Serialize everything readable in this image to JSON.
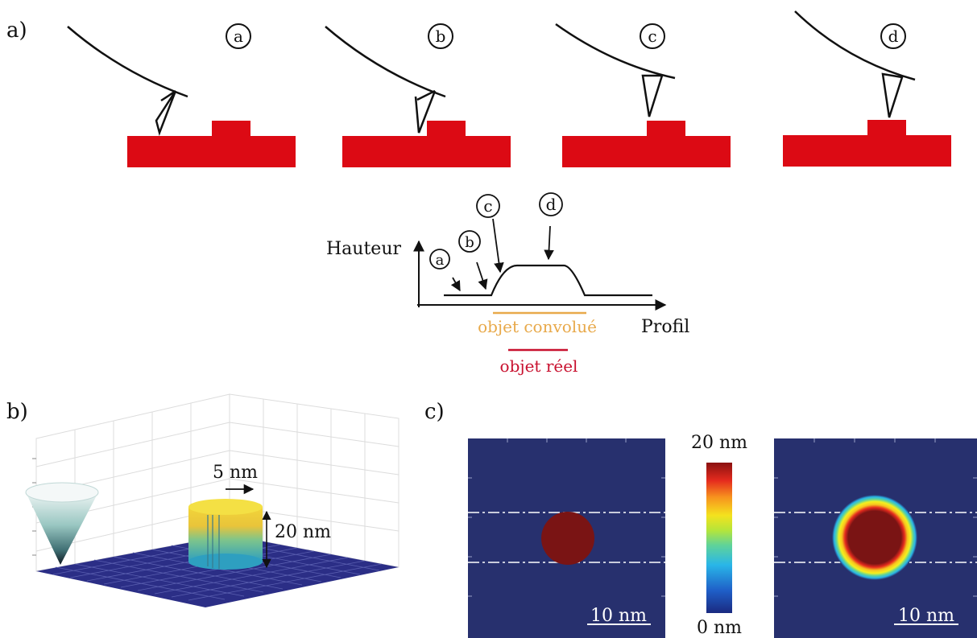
{
  "panel_a": {
    "label": "a)",
    "steps": [
      "a",
      "b",
      "c",
      "d"
    ],
    "profile": {
      "y_axis_label": "Hauteur",
      "x_axis_label": "Profil",
      "convolved_label": "objet convolué",
      "real_label": "objet réel"
    },
    "colors": {
      "sample": "#dc0a14",
      "convolved": "#e8a94a",
      "real": "#c8102e"
    }
  },
  "panel_b": {
    "label": "b)",
    "width_label": "5 nm",
    "height_label": "20 nm",
    "colors": {
      "plane": "#2b2e86",
      "cyl_top": "#f0d23a",
      "cyl_bottom": "#2fa6b8"
    }
  },
  "panel_c": {
    "label": "c)",
    "scalebar_left": "10 nm",
    "scalebar_right": "10 nm",
    "colorbar_max": "20 nm",
    "colorbar_min": "0 nm",
    "colors": {
      "background": "#27306e",
      "object": "#7a1414"
    }
  }
}
